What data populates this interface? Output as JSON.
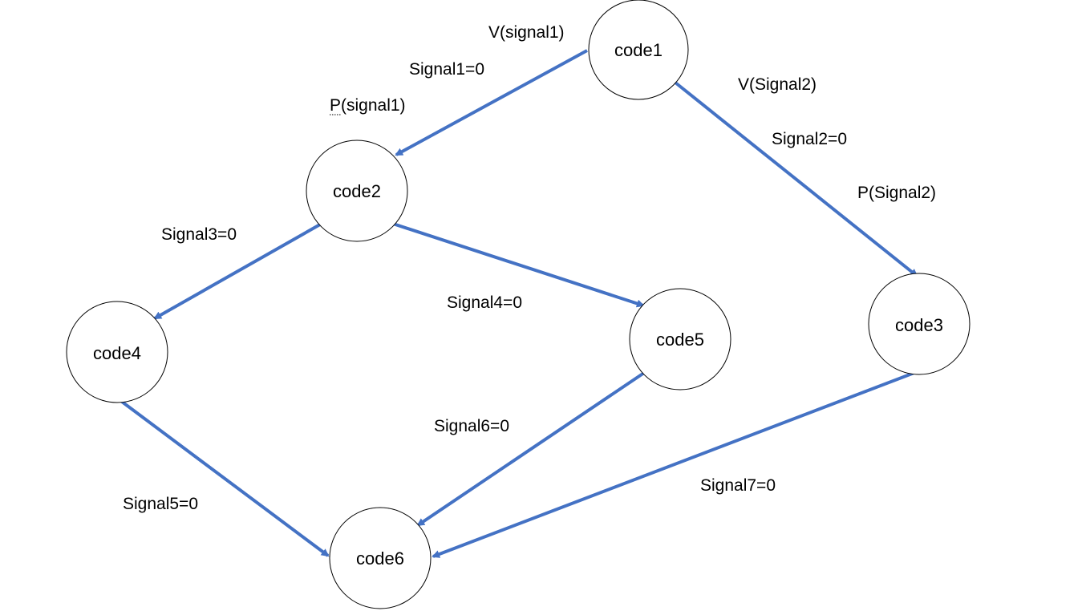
{
  "colors": {
    "edge": "#4472C4",
    "node_stroke": "#000000",
    "node_fill": "#ffffff",
    "text": "#000000"
  },
  "nodes": [
    {
      "id": "code1",
      "label": "code1"
    },
    {
      "id": "code2",
      "label": "code2"
    },
    {
      "id": "code3",
      "label": "code3"
    },
    {
      "id": "code4",
      "label": "code4"
    },
    {
      "id": "code5",
      "label": "code5"
    },
    {
      "id": "code6",
      "label": "code6"
    }
  ],
  "edges": [
    {
      "from": "code1",
      "to": "code2"
    },
    {
      "from": "code1",
      "to": "code3"
    },
    {
      "from": "code2",
      "to": "code4"
    },
    {
      "from": "code2",
      "to": "code5"
    },
    {
      "from": "code4",
      "to": "code6"
    },
    {
      "from": "code5",
      "to": "code6"
    },
    {
      "from": "code3",
      "to": "code6"
    }
  ],
  "labels": {
    "v_signal1": "V(signal1)",
    "signal1": "Signal1=0",
    "p_signal1": "P(signal1)",
    "v_signal2": "V(Signal2)",
    "signal2": "Signal2=0",
    "p_signal2": "P(Signal2)",
    "signal3": "Signal3=0",
    "signal4": "Signal4=0",
    "signal5": "Signal5=0",
    "signal6": "Signal6=0",
    "signal7": "Signal7=0"
  }
}
